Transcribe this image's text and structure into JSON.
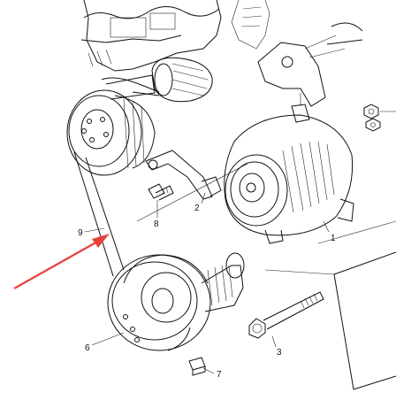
{
  "callouts": {
    "c1": "1",
    "c2": "2",
    "c3": "3",
    "c6": "6",
    "c7": "7",
    "c8": "8",
    "c9": "9"
  },
  "colors": {
    "line": "#111111",
    "arrow": "#e8413c",
    "background": "#ffffff"
  }
}
